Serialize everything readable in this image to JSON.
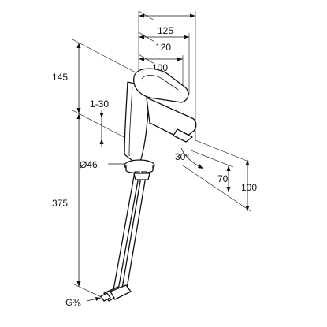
{
  "dimensions": {
    "width_125": "125",
    "width_120": "120",
    "width_100": "100",
    "height_145": "145",
    "range_1_30": "1-30",
    "diameter_46": "Ø46",
    "angle_30": "30°",
    "height_70": "70",
    "height_100": "100",
    "height_375": "375",
    "thread_g38": "G⅜"
  }
}
